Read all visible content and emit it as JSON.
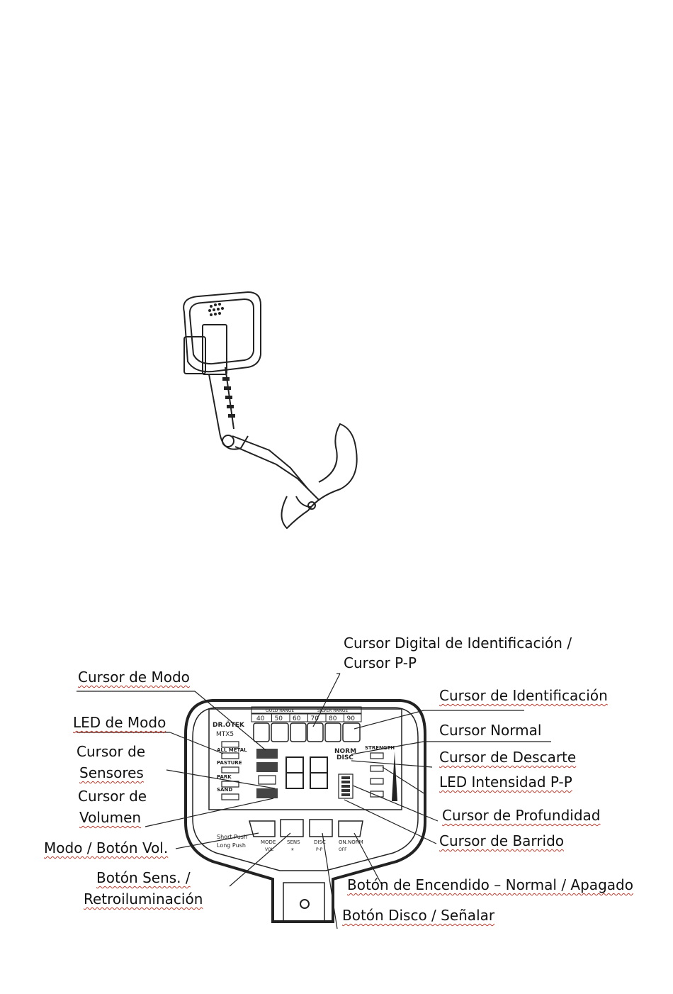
{
  "device_lcd": {
    "brand": "DR.ÖTEK",
    "model": "MTX5",
    "gold_range": "GOLD RANGE",
    "silver_range": "SILVER RANGE",
    "scale": [
      "40",
      "50",
      "60",
      "70",
      "80",
      "90"
    ],
    "modes": [
      "ALL METAL",
      "PASTURE",
      "PARK",
      "SAND"
    ],
    "norm": "NORM",
    "disc": "DISC",
    "strength": "STRENGTH",
    "short_push": "Short Push",
    "long_push": "Long Push",
    "buttons": [
      "MODE",
      "SENS",
      "DISC",
      "ON.NORM"
    ],
    "long_labels": [
      "VOL",
      "☀",
      "P-P",
      "OFF"
    ]
  },
  "callouts": {
    "digital_id": [
      "Cursor Digital de Identificación /",
      "Cursor P-P"
    ],
    "mode_cursor": "Cursor de Modo",
    "mode_led": "LED de Modo",
    "sensor_cursor": [
      "Cursor de",
      "Sensores"
    ],
    "volume_cursor": [
      "Cursor de",
      "Volumen"
    ],
    "mode_vol_button": "Modo / Botón Vol.",
    "sens_button": [
      "Botón Sens. /",
      "Retroiluminación"
    ],
    "id_cursor": "Cursor de Identificación",
    "normal_cursor": "Cursor Normal",
    "discard_cursor": "Cursor de Descarte",
    "pp_led": "LED Intensidad P-P",
    "depth_cursor": "Cursor de Profundidad",
    "sweep_cursor": "Cursor de Barrido",
    "power_button": "Botón de Encendido – Normal / Apagado",
    "disc_button": "Botón Disco / Señalar"
  }
}
